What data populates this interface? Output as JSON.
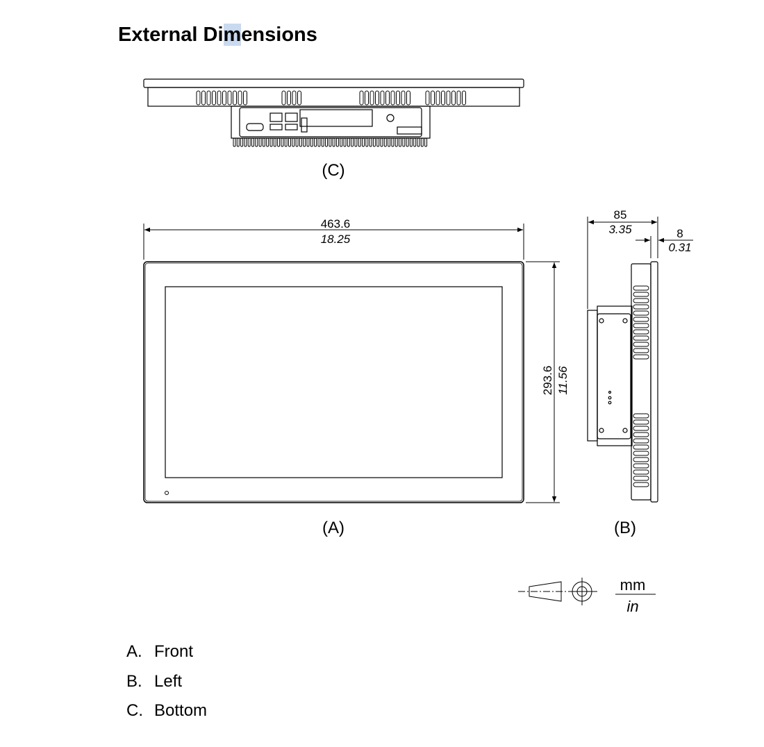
{
  "title": {
    "before": "External Di",
    "highlight": "m",
    "after": "ensions"
  },
  "views": {
    "bottom_label": "(C)",
    "front_label": "(A)",
    "left_label": "(B)"
  },
  "dimensions": {
    "width_mm": "463.6",
    "width_in": "18.25",
    "height_mm": "293.6",
    "height_in": "11.56",
    "depth_mm": "85",
    "depth_in": "3.35",
    "bezel_mm": "8",
    "bezel_in": "0.31"
  },
  "units": {
    "top": "mm",
    "bottom": "in"
  },
  "legend": [
    {
      "key": "A.",
      "label": "Front"
    },
    {
      "key": "B.",
      "label": "Left"
    },
    {
      "key": "C.",
      "label": "Bottom"
    }
  ]
}
